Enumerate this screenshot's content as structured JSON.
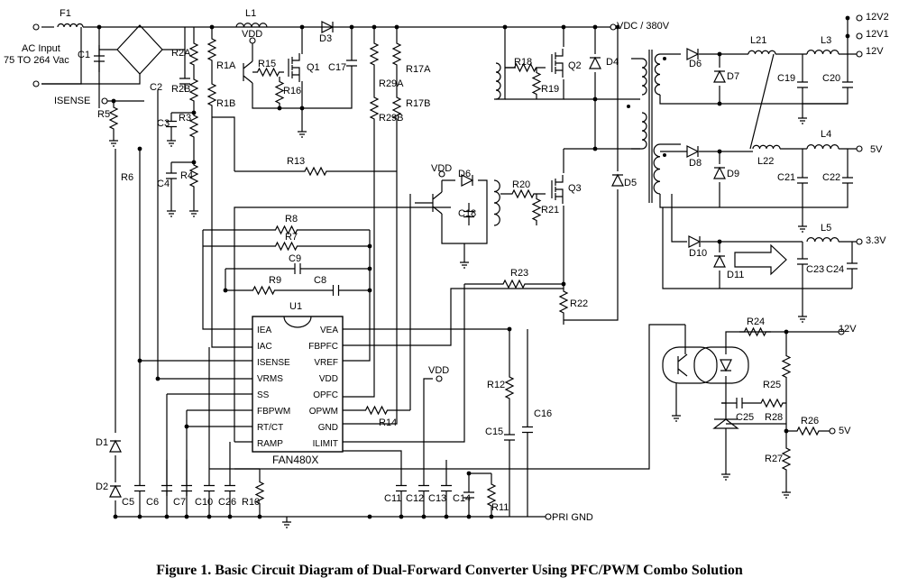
{
  "caption": "Figure 1. Basic Circuit Diagram of Dual-Forward Converter Using PFC/PWM Combo Solution",
  "ic": {
    "ref": "U1",
    "part": "FAN480X",
    "pins_left": [
      "IEA",
      "IAC",
      "ISENSE",
      "VRMS",
      "SS",
      "FBPWM",
      "RT/CT",
      "RAMP"
    ],
    "pins_right": [
      "VEA",
      "FBPFC",
      "VREF",
      "VDD",
      "OPFC",
      "OPWM",
      "GND",
      "ILIMIT"
    ]
  },
  "nets": {
    "ac_input": "AC Input",
    "ac_range": "75 TO 264 Vac",
    "isense": "ISENSE",
    "vdc": "VDC / 380V",
    "out_12v2": "12V2",
    "out_12v1": "12V1",
    "out_12v": "12V",
    "out_5v": "5V",
    "out_3v3": "3.3V",
    "fb_12v": "12V",
    "fb_5v": "5V",
    "pri_gnd": "PRI GND",
    "vdd": "VDD"
  },
  "labels": [
    {
      "id": "F1",
      "t": "F1"
    },
    {
      "id": "C1",
      "t": "C1"
    },
    {
      "id": "C2",
      "t": "C2"
    },
    {
      "id": "C3",
      "t": "C3"
    },
    {
      "id": "C4",
      "t": "C4"
    },
    {
      "id": "R2A",
      "t": "R2A"
    },
    {
      "id": "R2B",
      "t": "R2B"
    },
    {
      "id": "R3",
      "t": "R3"
    },
    {
      "id": "R4",
      "t": "R4"
    },
    {
      "id": "R5",
      "t": "R5"
    },
    {
      "id": "R6",
      "t": "R6"
    },
    {
      "id": "R1A",
      "t": "R1A"
    },
    {
      "id": "R1B",
      "t": "R1B"
    },
    {
      "id": "L1",
      "t": "L1"
    },
    {
      "id": "D3",
      "t": "D3"
    },
    {
      "id": "R15",
      "t": "R15"
    },
    {
      "id": "R16",
      "t": "R16"
    },
    {
      "id": "Q1",
      "t": "Q1"
    },
    {
      "id": "C17",
      "t": "C17"
    },
    {
      "id": "R29A",
      "t": "R29A"
    },
    {
      "id": "R29B",
      "t": "R29B"
    },
    {
      "id": "R17A",
      "t": "R17A"
    },
    {
      "id": "R17B",
      "t": "R17B"
    },
    {
      "id": "R13",
      "t": "R13"
    },
    {
      "id": "R8",
      "t": "R8"
    },
    {
      "id": "R7",
      "t": "R7"
    },
    {
      "id": "C9",
      "t": "C9"
    },
    {
      "id": "R9",
      "t": "R9"
    },
    {
      "id": "C8",
      "t": "C8"
    },
    {
      "id": "R18",
      "t": "R18"
    },
    {
      "id": "R19",
      "t": "R19"
    },
    {
      "id": "Q2",
      "t": "Q2"
    },
    {
      "id": "D4",
      "t": "D4"
    },
    {
      "id": "D5",
      "t": "D5"
    },
    {
      "id": "R20",
      "t": "R20"
    },
    {
      "id": "R21",
      "t": "R21"
    },
    {
      "id": "Q3",
      "t": "Q3"
    },
    {
      "id": "D6a",
      "t": "D6"
    },
    {
      "id": "C18",
      "t": "C18"
    },
    {
      "id": "R23",
      "t": "R23"
    },
    {
      "id": "R22",
      "t": "R22"
    },
    {
      "id": "D6b",
      "t": "D6"
    },
    {
      "id": "D7",
      "t": "D7"
    },
    {
      "id": "L21",
      "t": "L21"
    },
    {
      "id": "L3",
      "t": "L3"
    },
    {
      "id": "C19",
      "t": "C19"
    },
    {
      "id": "C20",
      "t": "C20"
    },
    {
      "id": "D8",
      "t": "D8"
    },
    {
      "id": "D9",
      "t": "D9"
    },
    {
      "id": "L22",
      "t": "L22"
    },
    {
      "id": "L4",
      "t": "L4"
    },
    {
      "id": "C21",
      "t": "C21"
    },
    {
      "id": "C22",
      "t": "C22"
    },
    {
      "id": "D10",
      "t": "D10"
    },
    {
      "id": "D11",
      "t": "D11"
    },
    {
      "id": "L5",
      "t": "L5"
    },
    {
      "id": "C23",
      "t": "C23"
    },
    {
      "id": "C24",
      "t": "C24"
    },
    {
      "id": "R24",
      "t": "R24"
    },
    {
      "id": "R25",
      "t": "R25"
    },
    {
      "id": "C25",
      "t": "C25"
    },
    {
      "id": "R28",
      "t": "R28"
    },
    {
      "id": "R26",
      "t": "R26"
    },
    {
      "id": "R27",
      "t": "R27"
    },
    {
      "id": "R12",
      "t": "R12"
    },
    {
      "id": "C15",
      "t": "C15"
    },
    {
      "id": "C16",
      "t": "C16"
    },
    {
      "id": "R14",
      "t": "R14"
    },
    {
      "id": "D1",
      "t": "D1"
    },
    {
      "id": "D2",
      "t": "D2"
    },
    {
      "id": "C5",
      "t": "C5"
    },
    {
      "id": "C6",
      "t": "C6"
    },
    {
      "id": "C7",
      "t": "C7"
    },
    {
      "id": "C10",
      "t": "C10"
    },
    {
      "id": "C26",
      "t": "C26"
    },
    {
      "id": "R10",
      "t": "R10"
    },
    {
      "id": "C11",
      "t": "C11"
    },
    {
      "id": "C12",
      "t": "C12"
    },
    {
      "id": "C13",
      "t": "C13"
    },
    {
      "id": "C14",
      "t": "C14"
    },
    {
      "id": "R11",
      "t": "R11"
    }
  ]
}
